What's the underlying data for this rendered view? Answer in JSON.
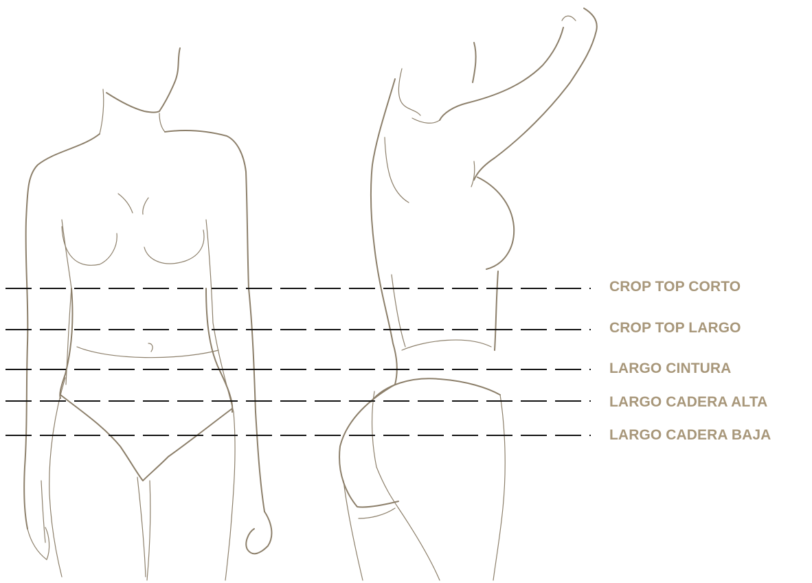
{
  "colors": {
    "label": "#a8977a",
    "outline": "#8c7f6a",
    "guide_line": "#111111",
    "background": "#ffffff"
  },
  "figures": [
    {
      "name": "front-view-figure"
    },
    {
      "name": "side-back-view-figure"
    }
  ],
  "length_levels": [
    {
      "key": "crop-top-corto",
      "label": "CROP TOP CORTO"
    },
    {
      "key": "crop-top-largo",
      "label": "CROP TOP LARGO"
    },
    {
      "key": "largo-cintura",
      "label": "LARGO CINTURA"
    },
    {
      "key": "largo-cadera-alta",
      "label": "LARGO CADERA ALTA"
    },
    {
      "key": "largo-cadera-baja",
      "label": "LARGO CADERA BAJA"
    }
  ]
}
